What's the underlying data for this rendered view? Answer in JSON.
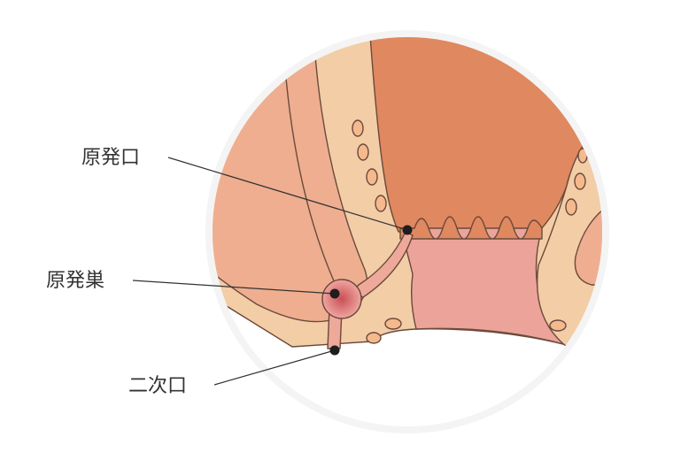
{
  "labels": {
    "primary_opening": "原発口",
    "primary_abscess": "原発巣",
    "secondary_opening": "二次口"
  },
  "colors": {
    "background": "#ffffff",
    "halo": "#f4f4f4",
    "skin_light": "#f2cda6",
    "skin_mid": "#efae90",
    "rectal_wall": "#e0885f",
    "anal_canal": "#eba39a",
    "gland": "#f4b98c",
    "outline": "#6b4a3c",
    "fistula_tract": "#efa99a",
    "abscess": "#d9686c",
    "leader_line": "#333333",
    "label_text": "#333333"
  },
  "icons": {
    "marker": "black-dot"
  }
}
